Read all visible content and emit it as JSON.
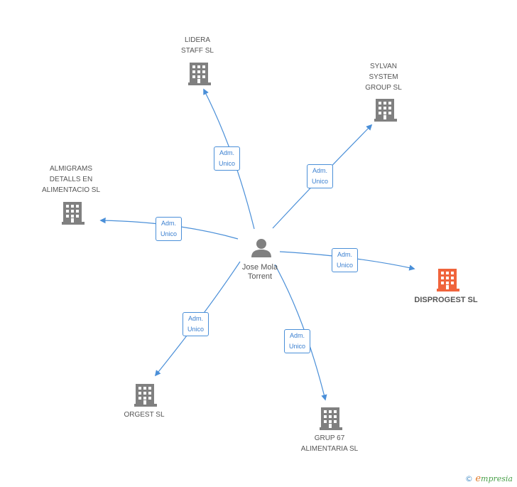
{
  "diagram": {
    "center": {
      "name": "Jose Mola\nTorrent"
    },
    "companies": [
      {
        "id": "lidera",
        "name": "LIDERA\nSTAFF SL",
        "relation": "Adm.\nUnico",
        "focus": false
      },
      {
        "id": "sylvan",
        "name": "SYLVAN\nSYSTEM\nGROUP SL",
        "relation": "Adm.\nUnico",
        "focus": false
      },
      {
        "id": "almigrams",
        "name": "ALMIGRAMS\nDETALLS EN\nALIMENTACIO SL",
        "relation": "Adm.\nUnico",
        "focus": false
      },
      {
        "id": "disprogest",
        "name": "DISPROGEST SL",
        "relation": "Adm.\nUnico",
        "focus": true
      },
      {
        "id": "orgest",
        "name": "ORGEST SL",
        "relation": "Adm.\nUnico",
        "focus": false
      },
      {
        "id": "grup67",
        "name": "GRUP 67\nALIMENTARIA SL",
        "relation": "Adm.\nUnico",
        "focus": false
      }
    ],
    "colors": {
      "edge": "#4a8fd8",
      "building": "#808080",
      "focus_building": "#f0643c",
      "person": "#808080"
    }
  },
  "footer": {
    "copyright": "©",
    "brand_initial": "e",
    "brand_rest": "mpresia"
  }
}
